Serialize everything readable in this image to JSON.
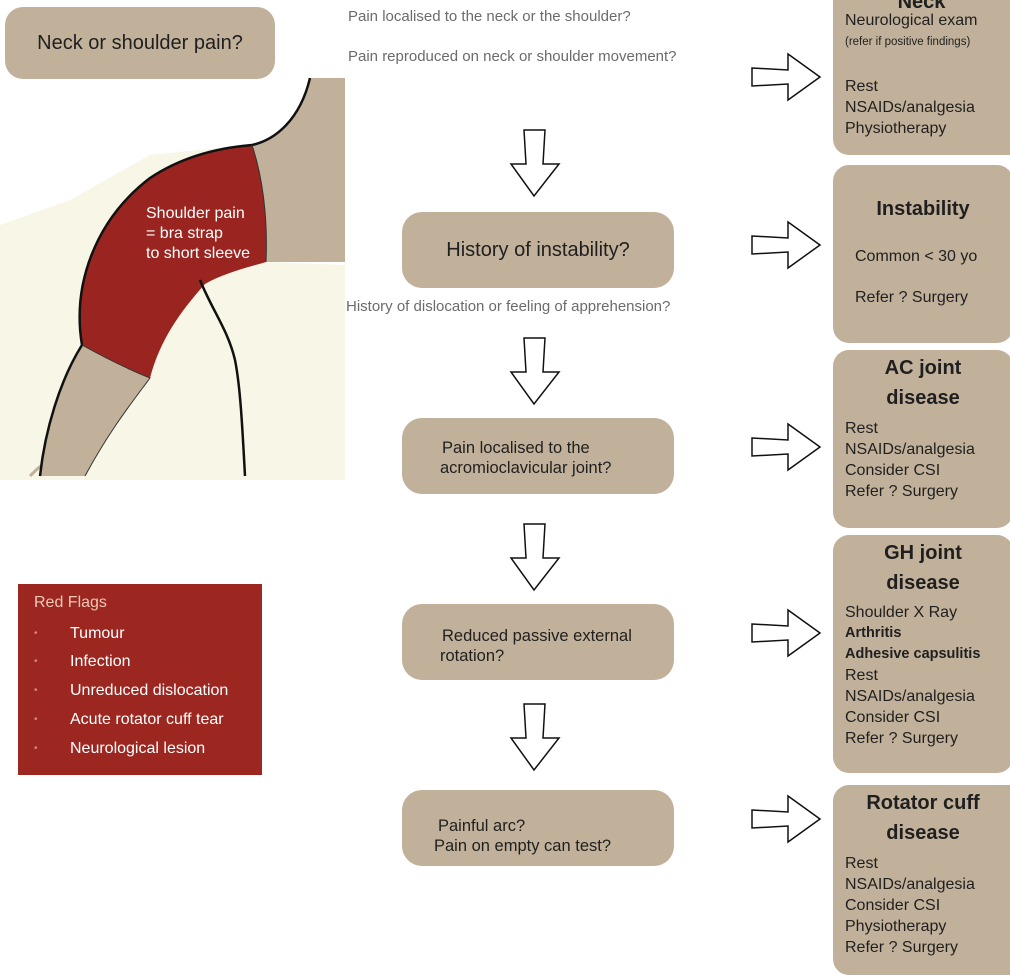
{
  "start_box": {
    "label": "Neck or shoulder pain?"
  },
  "shoulder_label": [
    "Shoulder pain",
    "= bra strap",
    "to short sleeve"
  ],
  "questions": {
    "q_neck_1": "Pain localised to the neck or the shoulder?",
    "q_neck_2": "Pain reproduced on neck or shoulder movement?",
    "q_dislocation": "History of dislocation or feeling of apprehension?"
  },
  "flow_boxes": [
    {
      "lines": [
        "History of instability?"
      ]
    },
    {
      "lines": [
        "Pain localised to the",
        "acromioclavicular joint?"
      ]
    },
    {
      "lines": [
        "Reduced passive external",
        "rotation?"
      ]
    },
    {
      "lines": [
        "Painful arc?",
        " Pain on empty can test?"
      ]
    }
  ],
  "outcomes": {
    "neck": {
      "title": "Neck",
      "lines": [
        "Neurological exam",
        "(refer if positive findings)",
        "Rest",
        "NSAIDs/analgesia",
        "Physiotherapy"
      ]
    },
    "instability": {
      "title": "Instability",
      "lines": [
        "Common < 30 yo",
        "Refer ? Surgery"
      ]
    },
    "ac_joint": {
      "title_lines": [
        "AC joint",
        "disease"
      ],
      "lines": [
        "Rest",
        "NSAIDs/analgesia",
        "Consider CSI",
        "Refer ? Surgery"
      ]
    },
    "gh_joint": {
      "title_lines": [
        "GH joint",
        "disease"
      ],
      "lines": [
        "Shoulder X Ray",
        "Arthritis",
        "Adhesive capsulitis",
        "Rest",
        "NSAIDs/analgesia",
        "Consider CSI",
        "Refer ? Surgery"
      ]
    },
    "rotator_cuff": {
      "title_lines": [
        "Rotator cuff",
        "disease"
      ],
      "lines": [
        "Rest",
        "NSAIDs/analgesia",
        "Consider CSI",
        "Physiotherapy",
        "Refer ? Surgery"
      ]
    }
  },
  "red_flags": {
    "title": "Red Flags",
    "items": [
      "Tumour",
      "Infection",
      "Unreduced dislocation",
      "Acute rotator cuff tear",
      "Neurological lesion"
    ],
    "bullet": "•"
  },
  "colors": {
    "box_fill": "#c2b19a",
    "skin": "#c2b19a",
    "shoulder_red": "#9a2520",
    "garment": "#f8f6e6",
    "red_flags_bg": "#9c2620"
  }
}
